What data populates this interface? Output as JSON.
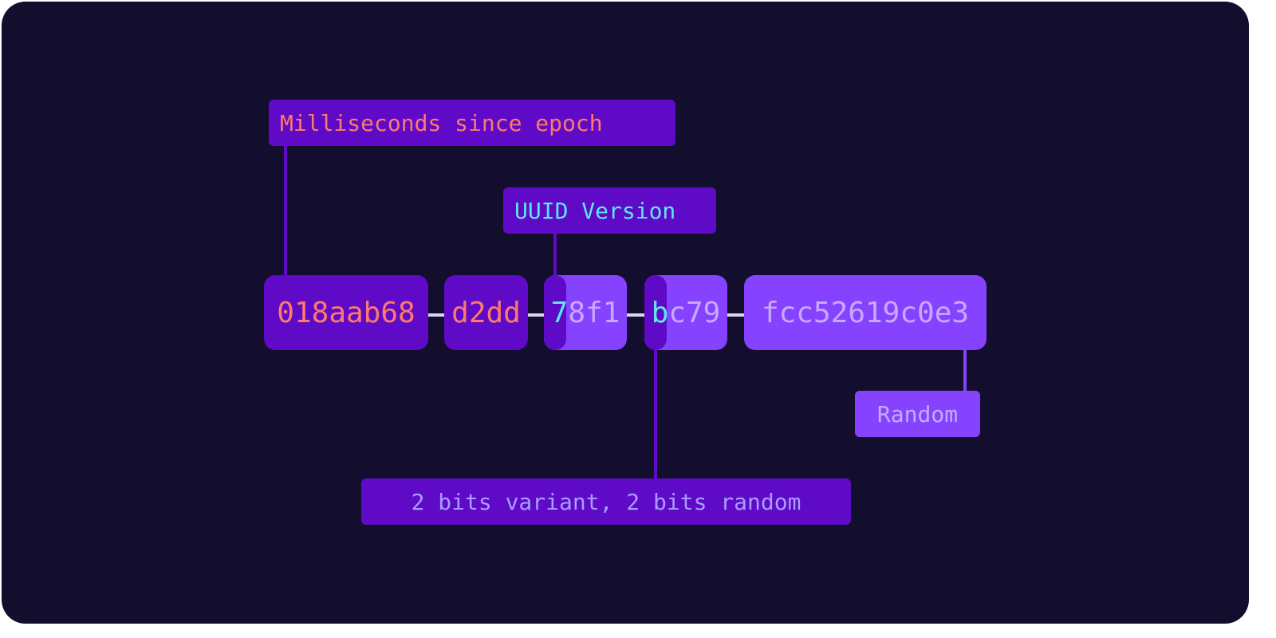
{
  "colors": {
    "background": "#130d2e",
    "timestamp_box": "#5f0ac7",
    "random_box": "#8543ff",
    "timestamp_text": "#ff7a6b",
    "version_text": "#5ee6f2",
    "random_text": "#c9a9ff",
    "variant_label_text": "#a99cff",
    "connector_line": "#5f0ac7"
  },
  "uuid": {
    "segments": {
      "time_high": "018aab68",
      "time_mid": "d2dd",
      "version_digit": "7",
      "time_low_rest": "8f1",
      "variant_digit": "b",
      "variant_rest": "c79",
      "node": "fcc52619c0e3"
    },
    "separator": "-"
  },
  "labels": {
    "timestamp": "Milliseconds since epoch",
    "version": "UUID Version",
    "variant": "2 bits variant, 2 bits random",
    "random": "Random"
  }
}
